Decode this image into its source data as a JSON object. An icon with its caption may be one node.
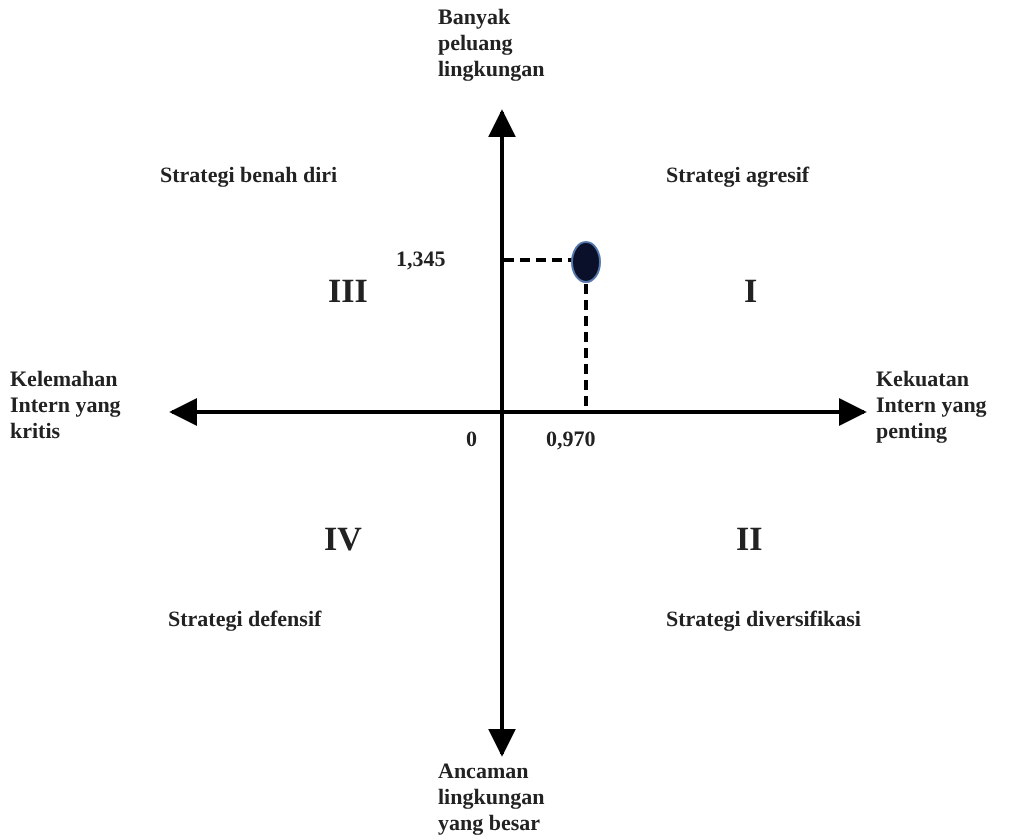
{
  "diagram": {
    "labels": [
      "Banyak peluang lingkungan",
      "Strategi benah diri",
      "Strategi agresif",
      "III",
      "1,345",
      "I",
      "Kelemahan Intern yang kritis",
      "Kekuatan Intern yang penting",
      "0",
      "0,970",
      "IV",
      "II",
      "Strategi defensif",
      "Strategi diversifikasi",
      "Ancaman lingkungan yang besar"
    ]
  }
}
